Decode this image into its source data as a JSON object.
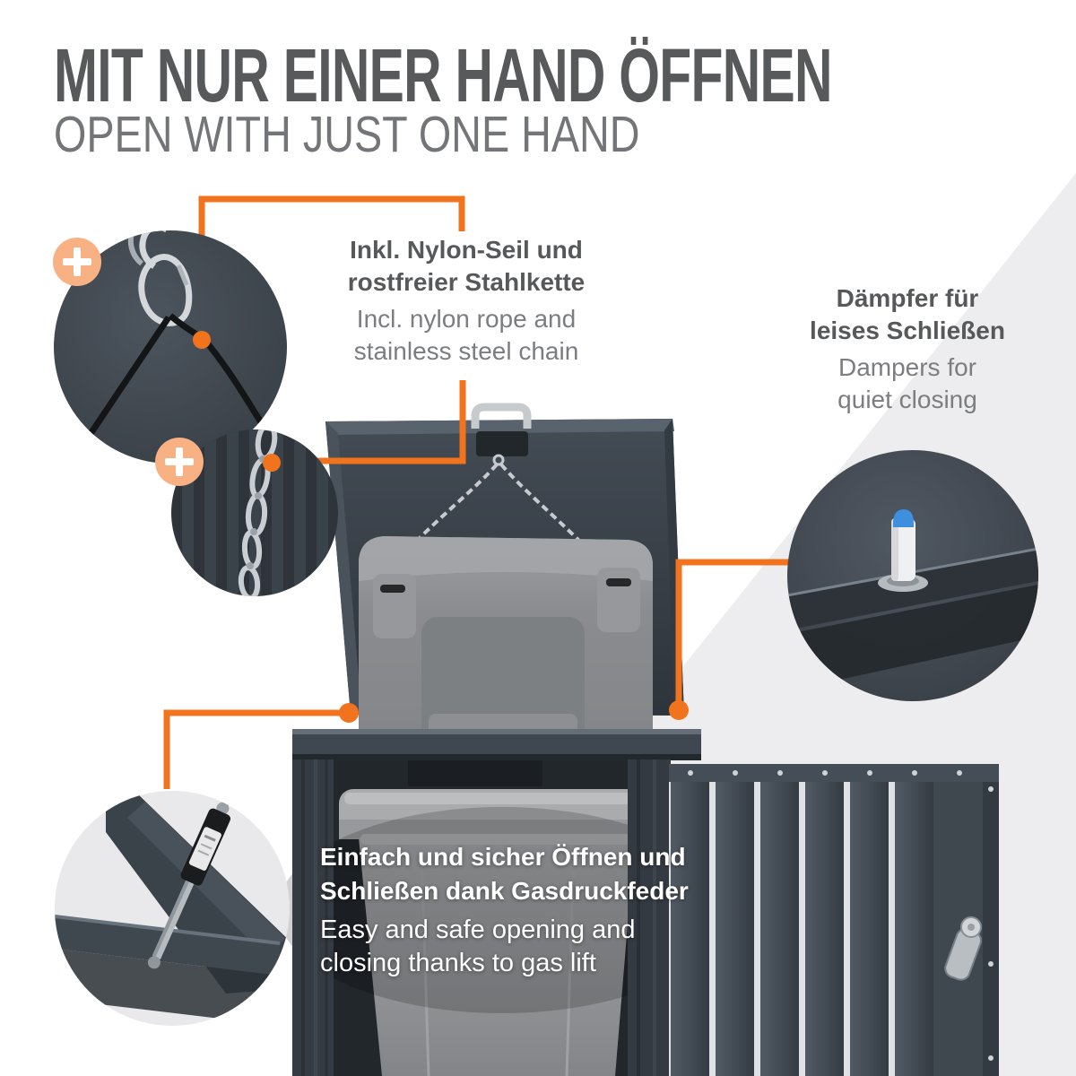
{
  "header": {
    "title_de": "MIT NUR EINER HAND ÖFFNEN",
    "title_en": "OPEN WITH JUST ONE HAND"
  },
  "callouts": {
    "rope_chain": {
      "de_line1": "Inkl. Nylon-Seil und",
      "de_line2": "rostfreier Stahlkette",
      "en_line1": "Incl. nylon rope and",
      "en_line2": "stainless steel chain"
    },
    "damper": {
      "de_line1": "Dämpfer für",
      "de_line2": "leises Schließen",
      "en_line1": "Dampers for",
      "en_line2": "quiet closing"
    },
    "gas_lift": {
      "de_line1": "Einfach und sicher Öffnen und",
      "de_line2": "Schließen dank Gasdruckfeder",
      "en_line1": "Easy and safe opening and",
      "en_line2": "closing thanks to gas lift"
    }
  },
  "icons": {
    "badge1": "plus-icon",
    "badge2": "plus-icon"
  },
  "colors": {
    "accent_orange": "#F2731D",
    "badge_peach": "#F8B183",
    "title_gray": "#58595B",
    "subtitle_gray": "#747578",
    "text_dark": "#57585A",
    "text_light": "#7C7D80",
    "text_white": "#FFFFFF",
    "background_wedge": "#EDEDEF",
    "anthracite": "#3C434B",
    "bin_gray": "#97999C",
    "damper_blue": "#3E90DE"
  }
}
